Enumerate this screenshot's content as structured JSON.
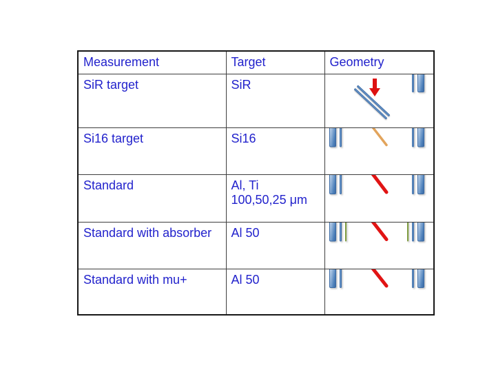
{
  "style": {
    "text_color": "#2222cc",
    "bar_blue_main": "#4d80ba",
    "bar_blue_light": "#9cc0e8",
    "bar_blue_border": "#3a6aa5",
    "bar_green_main": "#8ca844",
    "bar_green_light": "#c0d48a",
    "bar_green_border": "#7d9b3e",
    "beam_red": "#e11414",
    "beam_orange": "#e2a45c",
    "arrow_red": "#dd1111"
  },
  "table": {
    "headers": [
      {
        "label": "Measurement"
      },
      {
        "label": "Target"
      },
      {
        "label": "Geometry"
      }
    ],
    "rows": [
      {
        "measurement": "SiR target",
        "target_lines": [
          "SiR"
        ],
        "geometry": {
          "name": "tilted-target-with-beam-arrow",
          "kind": "tilted",
          "tilted_bars": [
            "blue-thin",
            "blue-thin"
          ],
          "arrow": {
            "direction": "down",
            "color_key": "arrow_red"
          },
          "right_bars": [
            "blue-thin",
            "blue-wide"
          ]
        }
      },
      {
        "measurement": "Si16 target",
        "target_lines": [
          "Si16"
        ],
        "geometry": {
          "name": "detectors-with-orange-beam",
          "kind": "beam",
          "left_bars": [
            "blue-wide",
            "blue-thin"
          ],
          "beam": {
            "color_key": "beam_orange",
            "width": 3.5
          },
          "right_bars": [
            "blue-thin",
            "blue-wide"
          ]
        }
      },
      {
        "measurement": "Standard",
        "target_lines": [
          "Al, Ti",
          "100,50,25 μm"
        ],
        "geometry": {
          "name": "detectors-with-red-beam",
          "kind": "beam",
          "left_bars": [
            "blue-wide",
            "blue-thin"
          ],
          "beam": {
            "color_key": "beam_red",
            "width": 5
          },
          "right_bars": [
            "blue-thin",
            "blue-wide"
          ]
        }
      },
      {
        "measurement": "Standard with absorber",
        "target_lines": [
          "Al 50"
        ],
        "geometry": {
          "name": "detectors-with-absorbers-and-red-beam",
          "kind": "beam",
          "left_bars": [
            "blue-wide",
            "blue-thin",
            "green-thin"
          ],
          "beam": {
            "color_key": "beam_red",
            "width": 5
          },
          "right_bars": [
            "green-thin",
            "blue-thin",
            "blue-wide"
          ]
        }
      },
      {
        "measurement": "Standard with mu+",
        "target_lines": [
          "Al 50"
        ],
        "geometry": {
          "name": "detectors-with-red-beam",
          "kind": "beam",
          "left_bars": [
            "blue-wide",
            "blue-thin"
          ],
          "beam": {
            "color_key": "beam_red",
            "width": 5
          },
          "right_bars": [
            "blue-thin",
            "blue-wide"
          ]
        }
      }
    ]
  }
}
